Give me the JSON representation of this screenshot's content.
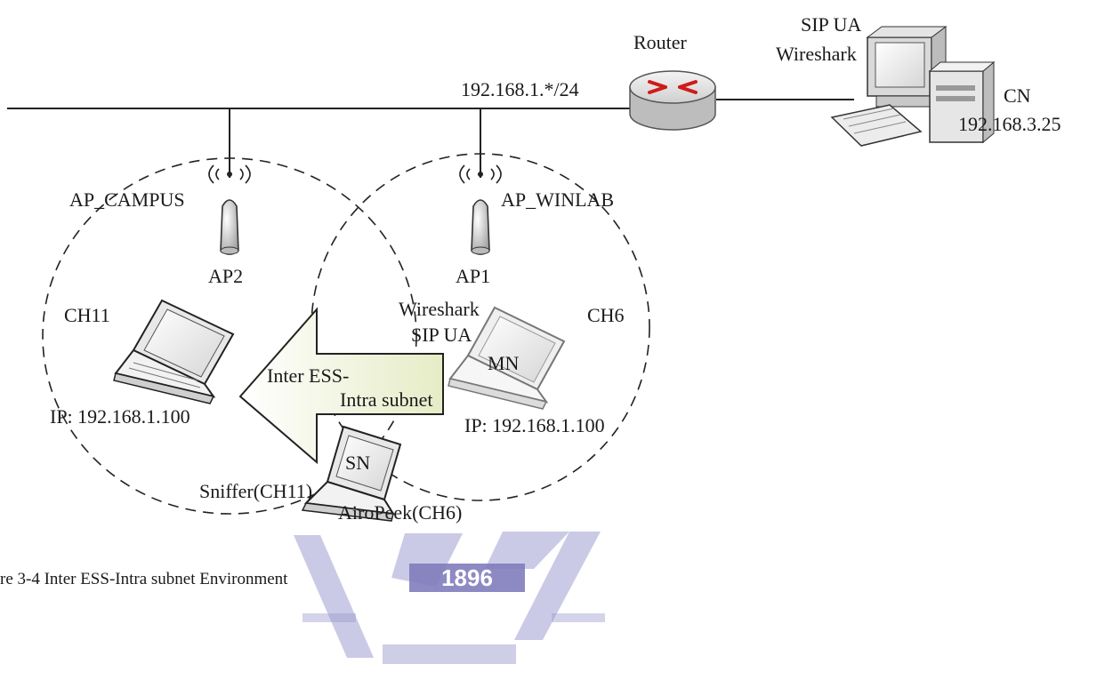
{
  "network_label": "192.168.1.*/24",
  "router": {
    "label": "Router"
  },
  "cn": {
    "app_line1": "SIP UA",
    "app_line2": "Wireshark",
    "name": "CN",
    "ip": "192.168.3.25"
  },
  "ap_campus": {
    "ssid": "AP_CAMPUS",
    "name": "AP2",
    "channel": "CH11"
  },
  "ap_winlab": {
    "ssid": "AP_WINLAB",
    "name": "AP1",
    "channel": "CH6"
  },
  "left_laptop": {
    "ip": "IP: 192.168.1.100"
  },
  "mn": {
    "app_line1": "Wireshark",
    "app_line2": "SIP UA",
    "name": "MN",
    "ip": "IP: 192.168.1.100"
  },
  "handoff_arrow": {
    "line1": "Inter ESS-",
    "line2": "Intra subnet"
  },
  "sniffer": {
    "name": "SN",
    "left_label": "Sniffer(CH11)",
    "right_label": "AiroPeek(CH6)"
  },
  "caption": "re 3-4 Inter ESS-Intra subnet Environment",
  "watermark": {
    "year": "1896",
    "color": "#5d5aa8"
  }
}
